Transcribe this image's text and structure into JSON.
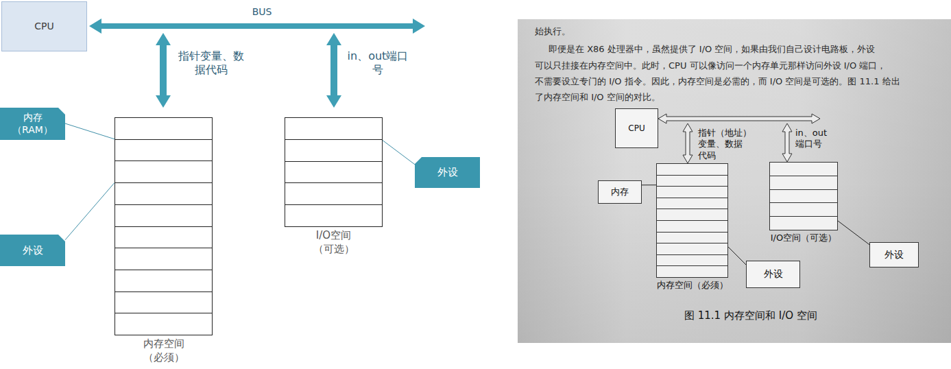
{
  "diagram": {
    "caption": "图 11.1 内存空间和 I/O 空间",
    "nodes": [
      {
        "text": [
          "CPU"
        ]
      },
      {
        "text": [
          "内存 （RAM）"
        ]
      },
      {
        "text": [
          "内存空间 （必须）"
        ]
      },
      {
        "text": [
          "I/O空间 （可选）"
        ]
      },
      {
        "text": [
          "外设"
        ]
      },
      {
        "text": [
          "外设"
        ]
      },
      {
        "text": [
          "CPU"
        ]
      },
      {
        "text": [
          "内存"
        ]
      },
      {
        "text": [
          "内存空间（必须）"
        ]
      },
      {
        "text": [
          "I/O空间（可选）"
        ]
      },
      {
        "text": [
          "外设"
        ]
      },
      {
        "text": [
          "外设"
        ]
      }
    ],
    "edges": [
      {
        "from": 1,
        "to": 2,
        "arrow": "none"
      },
      {
        "from": 4,
        "to": 2,
        "arrow": "none"
      },
      {
        "from": 3,
        "to": 5,
        "arrow": "none"
      },
      {
        "from": 7,
        "to": 8,
        "arrow": "none"
      },
      {
        "from": 10,
        "to": 8,
        "arrow": "none"
      },
      {
        "from": 11,
        "to": 9,
        "arrow": "none"
      }
    ],
    "labels": [
      "BUS",
      "指针变量、数据代码",
      "in、out端口号",
      "始执行。",
      "即便是在 X86 处理器中，虽然提供了 I/O 空间，如果由我们自己设计电路板，外设",
      "可以只挂接在内存空间中。此时，CPU 可以像访问一个内存单元那样访问外设 I/O 端口，",
      "不需要设立专门的 I/O 指令。因此，内存空间是必需的，而 I/O 空间是可选的。图 11.1 给出",
      "了内存空间和 I/O 空间的对比。",
      "指针（地址） 变量、数据 代码",
      "in、out 端口号"
    ]
  }
}
